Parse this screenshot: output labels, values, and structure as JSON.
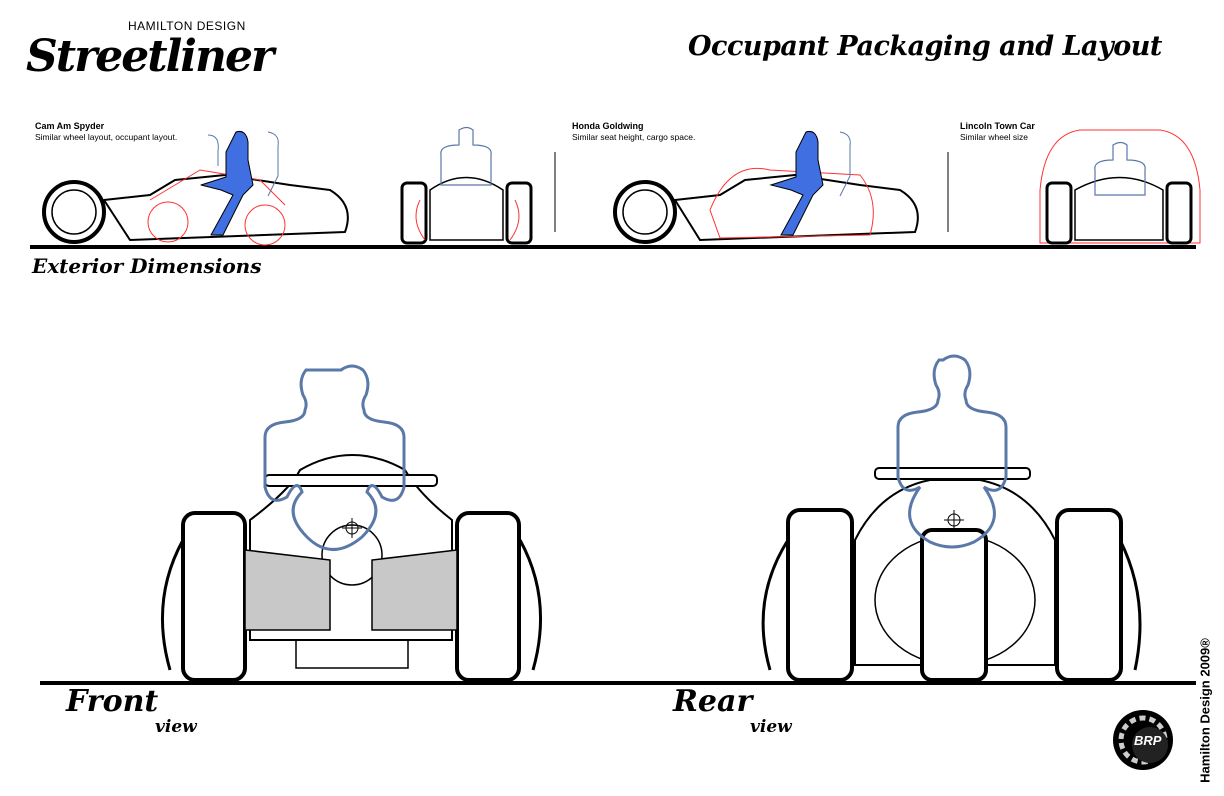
{
  "header": {
    "brand_small": "HAMILTON DESIGN",
    "brand": "Streetliner",
    "title": "Occupant Packaging and Layout"
  },
  "comparisons": [
    {
      "title": "Cam Am Spyder",
      "text": "Similar wheel layout, occupant layout."
    },
    {
      "title": "Honda Goldwing",
      "text": "Similar seat height, cargo space."
    },
    {
      "title": "Lincoln Town Car",
      "text": "Similar wheel size"
    }
  ],
  "sections": {
    "exterior": "Exterior Dimensions",
    "front_main": "Front",
    "front_sub": "view",
    "rear_main": "Rear",
    "rear_sub": "view"
  },
  "footer": {
    "copyright": "Hamilton Design 2009®",
    "logo_text": "BRP"
  },
  "colors": {
    "occupant": "#5a78a8",
    "occupant_fill": "#3f6fe0",
    "reference": "#ff3030",
    "ink": "#000000",
    "suspension": "#c8c8c8"
  }
}
